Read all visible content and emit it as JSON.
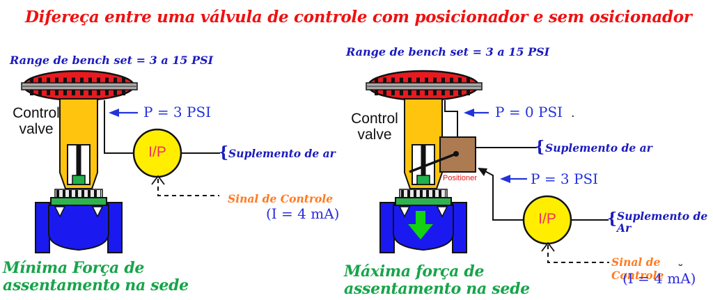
{
  "title": "Difereça entre uma válvula de controle com posicionador e sem osicionador",
  "left": {
    "bench_set": "Range de bench set = 3 a 15 PSI",
    "valve_label": "Control\nvalve",
    "pressure": "P = 3 PSI",
    "ip": "I/P",
    "brace": "{",
    "air_supply": "Suplemento de ar",
    "signal": "Sinal de Controle",
    "current": "(I = 4 mA)",
    "caption": "Mínima Força de\nassentamento na sede"
  },
  "right": {
    "bench_set": "Range de bench set = 3 a 15 PSI",
    "valve_label": "Control\nvalve",
    "pressure_top": "P = 0 PSI",
    "dot": ".",
    "positioner": "Positioner",
    "brace_top": "{",
    "air_supply_top": "Suplemento de ar",
    "pressure_mid": "P = 3 PSI",
    "ip": "I/P",
    "brace_bottom": "{",
    "air_supply_bottom": "Suplemento de\nAr",
    "signal": "Sinal de Controle",
    "breve": "˘",
    "current": "(I = 4 mA)",
    "caption": "Máxima força de\nassentamento na sede"
  },
  "colors": {
    "title_red": "#ee1111",
    "diaphragm_red": "#e81a20",
    "actuator_yellow": "#ffc40e",
    "ip_yellow": "#ffee00",
    "ip_text_red": "#f0325f",
    "valve_blue": "#1a1af0",
    "label_navy": "#1b1bbf",
    "pressure_blue": "#2233dd",
    "signal_orange": "#ff7a21",
    "caption_green": "#17a44a",
    "plate_green": "#2eb34f",
    "seat_arrow_green": "#12d212",
    "positioner_brown": "#ac7b52",
    "positioner_text_red": "#e81313"
  }
}
